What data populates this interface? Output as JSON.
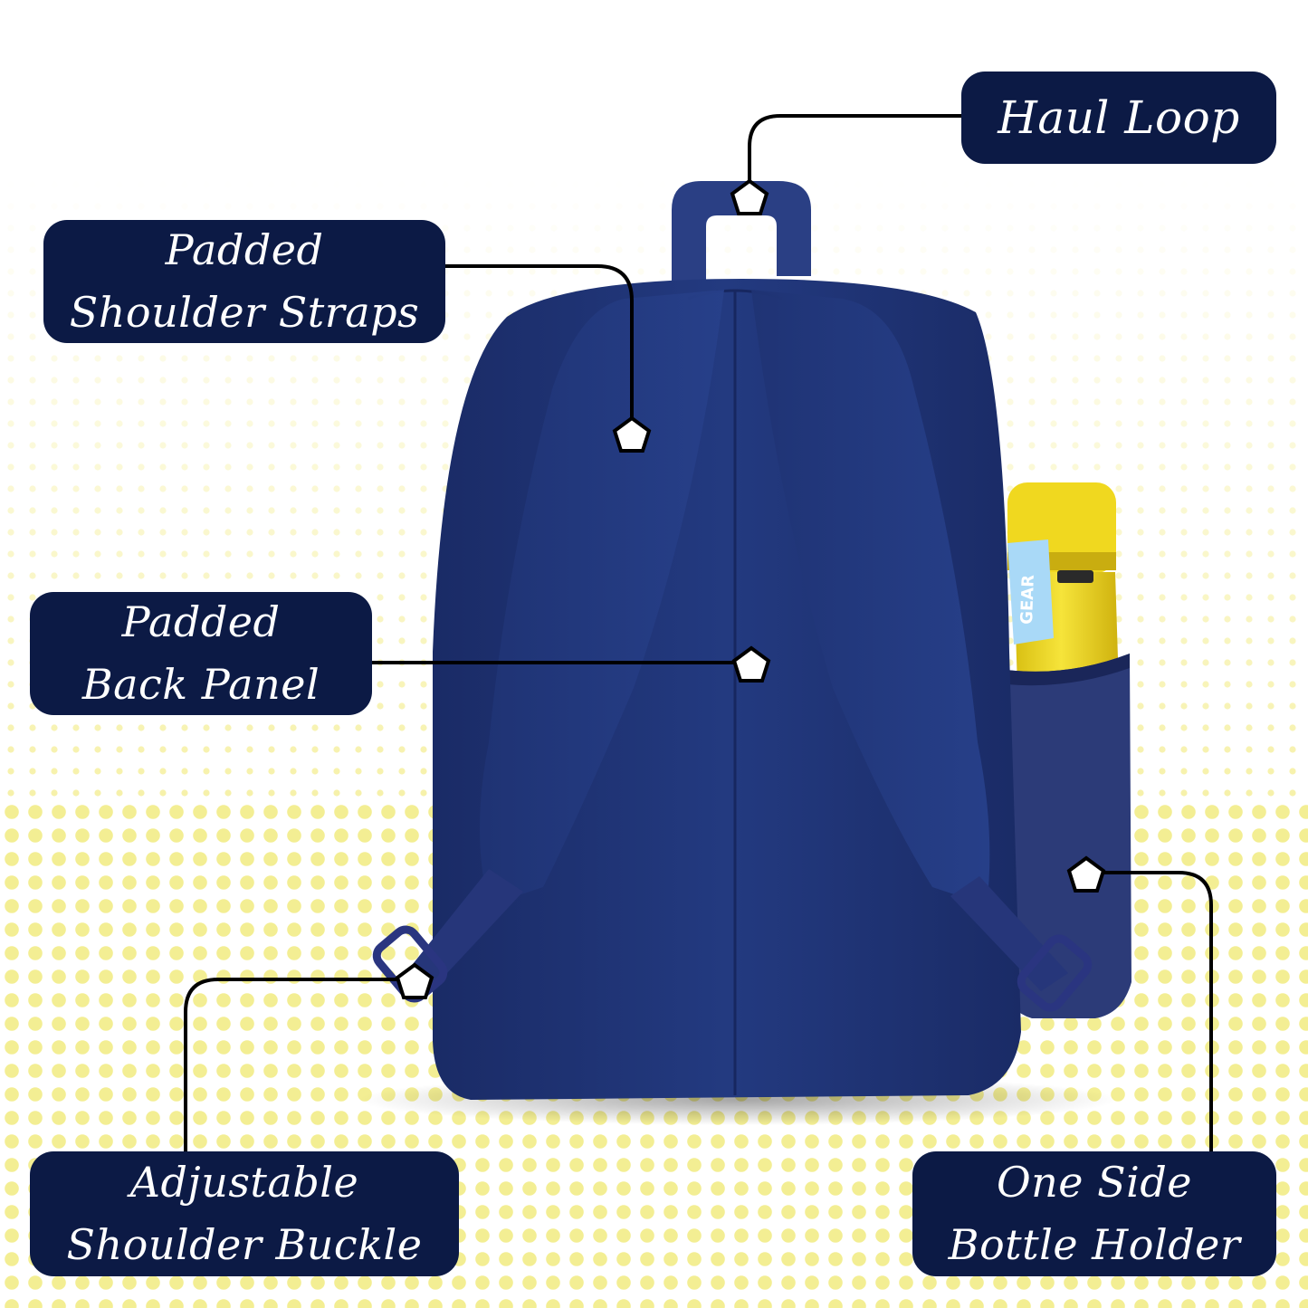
{
  "callouts": {
    "haul_loop": {
      "line1": "Haul Loop"
    },
    "shoulder_straps": {
      "line1": "Padded",
      "line2": "Shoulder Straps"
    },
    "back_panel": {
      "line1": "Padded",
      "line2": "Back Panel"
    },
    "shoulder_buckle": {
      "line1": "Adjustable",
      "line2": "Shoulder Buckle"
    },
    "bottle_holder": {
      "line1": "One Side",
      "line2": "Bottle Holder"
    }
  },
  "product": {
    "brand_tag": "GEAR"
  },
  "colors": {
    "callout_bg": "#0c1a45",
    "callout_text": "#ffffff",
    "bag_navy": "#1c2f6e",
    "dots": "#f4ef9a",
    "bottle_yellow": "#f2dc1e",
    "tag_blue": "#a9d9f7"
  }
}
